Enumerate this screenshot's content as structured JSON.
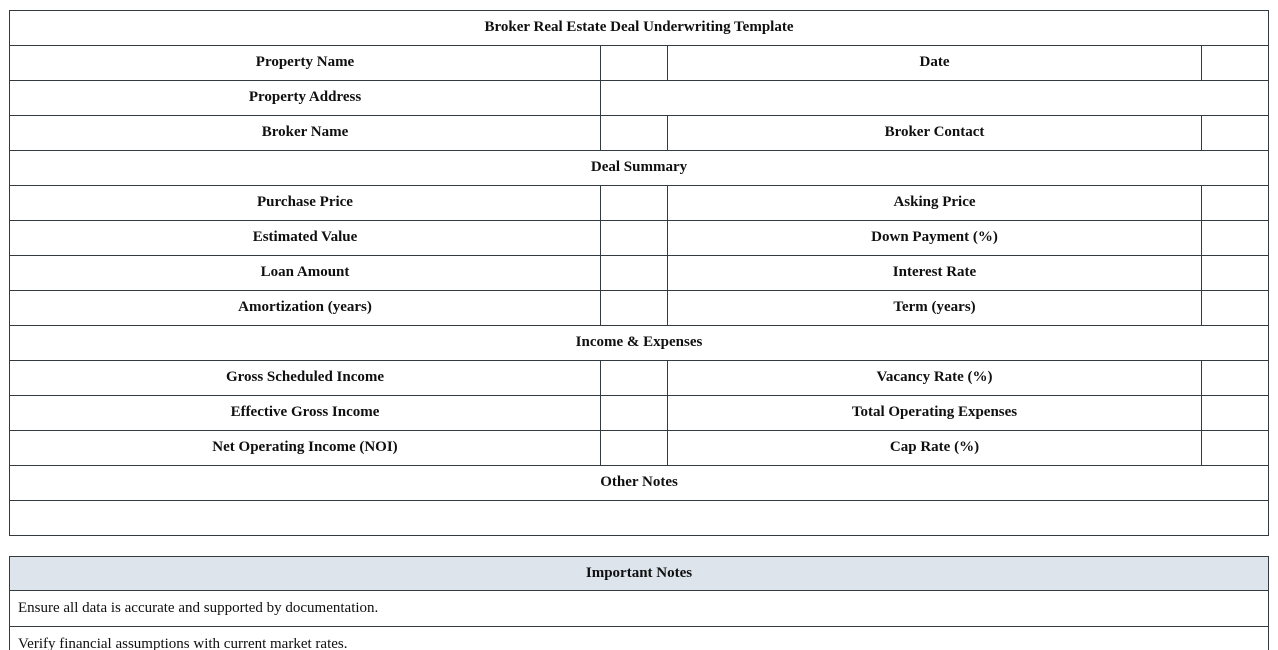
{
  "colors": {
    "header_bg": "#dde4ec",
    "border": "#333a40",
    "cell_bg": "#ffffff",
    "text": "#101010"
  },
  "main_table": {
    "title": "Broker Real Estate Deal Underwriting Template",
    "rows": [
      {
        "kind": "pair",
        "left_label": "Property Name",
        "left_value": "",
        "right_label": "Date",
        "right_value": ""
      },
      {
        "kind": "full",
        "left_label": "Property Address",
        "left_value": ""
      },
      {
        "kind": "pair",
        "left_label": "Broker Name",
        "left_value": "",
        "right_label": "Broker Contact",
        "right_value": ""
      }
    ],
    "section_deal_summary": {
      "title": "Deal Summary",
      "rows": [
        {
          "left_label": "Purchase Price",
          "left_value": "",
          "right_label": "Asking Price",
          "right_value": ""
        },
        {
          "left_label": "Estimated Value",
          "left_value": "",
          "right_label": "Down Payment (%)",
          "right_value": ""
        },
        {
          "left_label": "Loan Amount",
          "left_value": "",
          "right_label": "Interest Rate",
          "right_value": ""
        },
        {
          "left_label": "Amortization (years)",
          "left_value": "",
          "right_label": "Term (years)",
          "right_value": ""
        }
      ]
    },
    "section_income_expenses": {
      "title": "Income & Expenses",
      "rows": [
        {
          "left_label": "Gross Scheduled Income",
          "left_value": "",
          "right_label": "Vacancy Rate (%)",
          "right_value": ""
        },
        {
          "left_label": "Effective Gross Income",
          "left_value": "",
          "right_label": "Total Operating Expenses",
          "right_value": ""
        },
        {
          "left_label": "Net Operating Income (NOI)",
          "left_value": "",
          "right_label": "Cap Rate (%)",
          "right_value": ""
        }
      ]
    },
    "section_other_notes": {
      "title": "Other Notes",
      "value": ""
    }
  },
  "notes_table": {
    "title": "Important Notes",
    "items": [
      "Ensure all data is accurate and supported by documentation.",
      "Verify financial assumptions with current market rates."
    ]
  }
}
